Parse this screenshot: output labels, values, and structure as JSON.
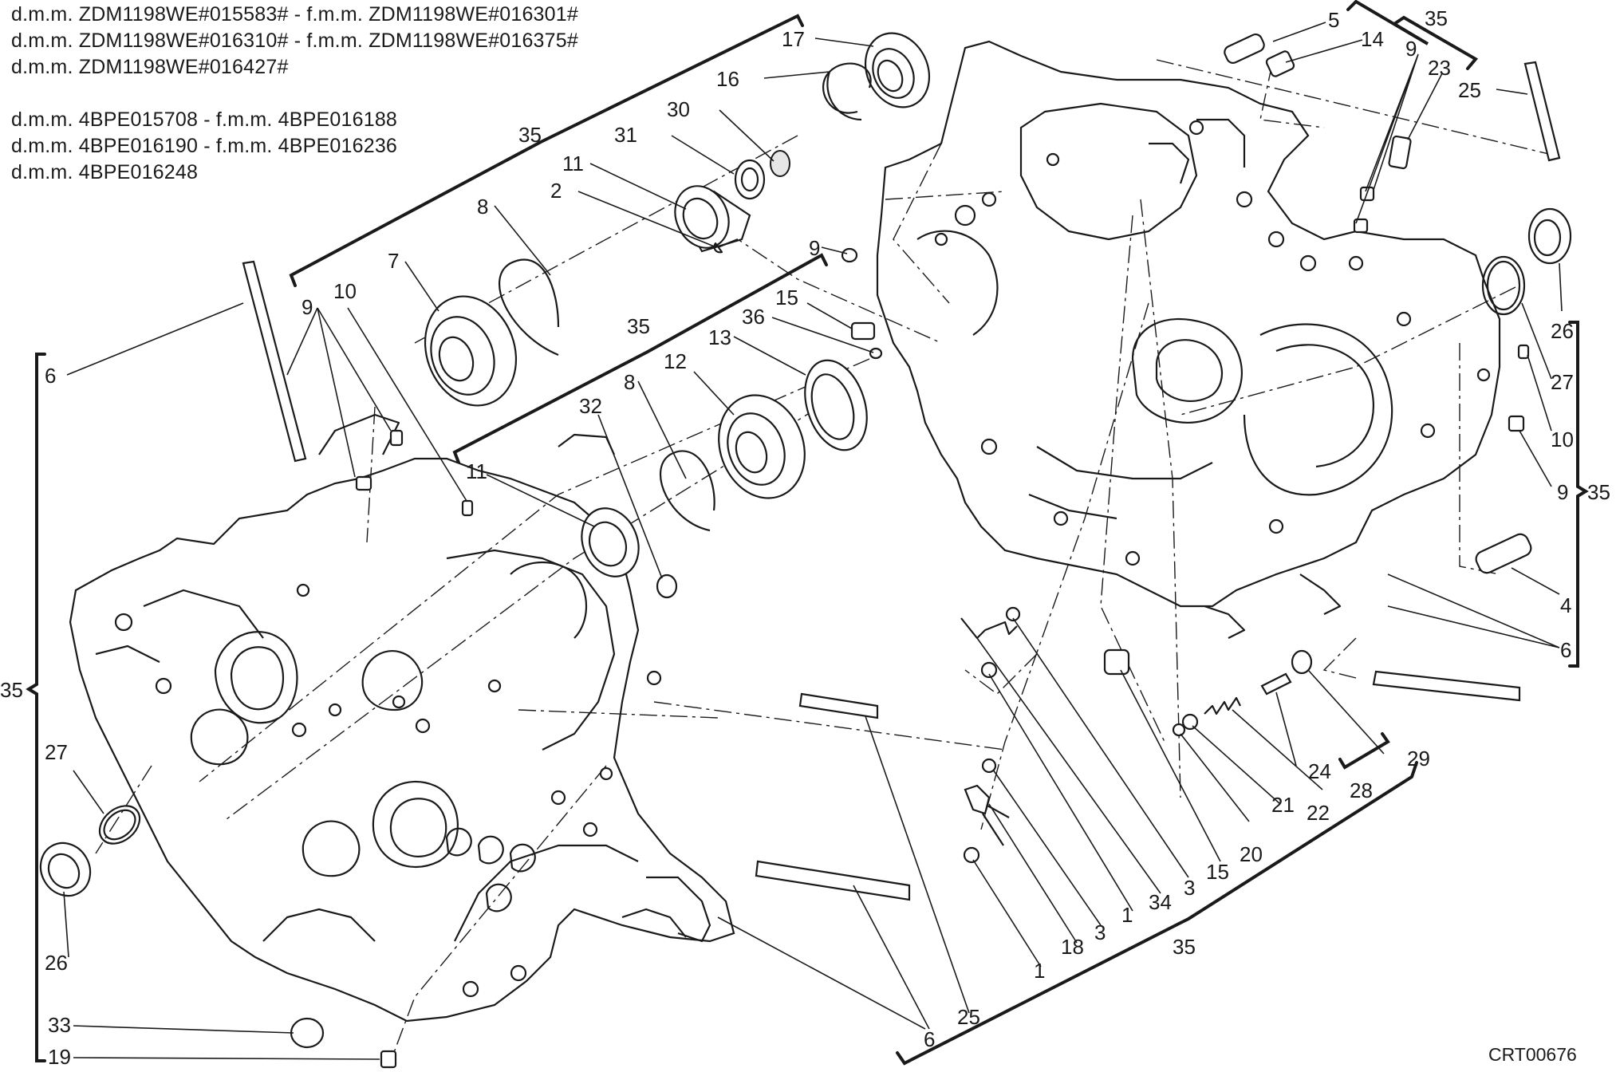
{
  "header_notes": [
    "d.m.m. ZDM1198WE#015583# - f.m.m. ZDM1198WE#016301#",
    "d.m.m. ZDM1198WE#016310# - f.m.m. ZDM1198WE#016375#",
    "d.m.m. ZDM1198WE#016427#",
    "",
    "d.m.m. 4BPE015708 - f.m.m. 4BPE016188",
    "d.m.m. 4BPE016190 - f.m.m. 4BPE016236",
    "d.m.m. 4BPE016248"
  ],
  "drawing_code": "CRT00676",
  "callouts": {
    "c17": "17",
    "c16": "16",
    "c30": "30",
    "c31": "31",
    "c11a": "11",
    "c2": "2",
    "c8a": "8",
    "c7": "7",
    "c35top": "35",
    "c9a": "9",
    "c10a": "10",
    "c6left": "6",
    "c35mid": "35",
    "c15a": "15",
    "c36": "36",
    "c13": "13",
    "c12": "12",
    "c8b": "8",
    "c32": "32",
    "c11b": "11",
    "c9b": "9",
    "c5": "5",
    "c14": "14",
    "c35tr": "35",
    "c9c": "9",
    "c23": "23",
    "c25tr": "25",
    "c26r": "26",
    "c27r": "27",
    "c10r": "10",
    "c9r": "9",
    "c35right": "35",
    "c4": "4",
    "c6r": "6",
    "c29": "29",
    "c28": "28",
    "c24": "24",
    "c22": "22",
    "c21": "21",
    "c20": "20",
    "c15b": "15",
    "c3a": "3",
    "c34": "34",
    "c1a": "1",
    "c3b": "3",
    "c18": "18",
    "c1b": "1",
    "c35bot": "35",
    "c25b": "25",
    "c6b": "6",
    "c27l": "27",
    "c26l": "26",
    "c35left": "35",
    "c33": "33",
    "c19": "19"
  }
}
